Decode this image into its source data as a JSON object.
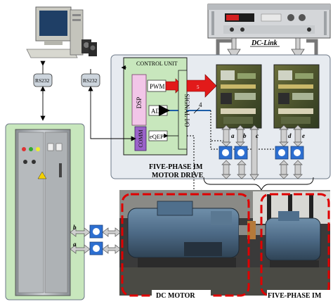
{
  "labels": {
    "dc_link": "DC-Link",
    "rs232_left": "RS232",
    "rs232_right": "RS232",
    "control_unit": "CONTROL UNIT",
    "dsp": "DSP",
    "pwm": "PWM",
    "adc": "ADC",
    "eqep": "eQEP",
    "comm": "COMM",
    "signal_io": "SIGNAL I/O",
    "bus_count_pwm": "5",
    "bus_count_adc": "4",
    "drive_title_line1": "FIVE-PHASE IM",
    "drive_title_line2": "MOTOR DRIVE",
    "dc_motor": "DC MOTOR",
    "five_phase_im": "FIVE-PHASE IM",
    "sensor_a": "a",
    "sensor_b": "b",
    "sensor_c": "c",
    "sensor_d": "d",
    "sensor_e": "e",
    "cab_a": "a",
    "cab_b": "b"
  },
  "colors": {
    "panel_green": "#c8e7bd",
    "panel_gray": "#e7ebf0",
    "dsp_pink": "#f2c6e8",
    "pwm_red": "#e21a1a",
    "comm_purple": "#9a63c9",
    "highlight_red": "#e00000",
    "arrow_fill": "#cfcfcf"
  }
}
